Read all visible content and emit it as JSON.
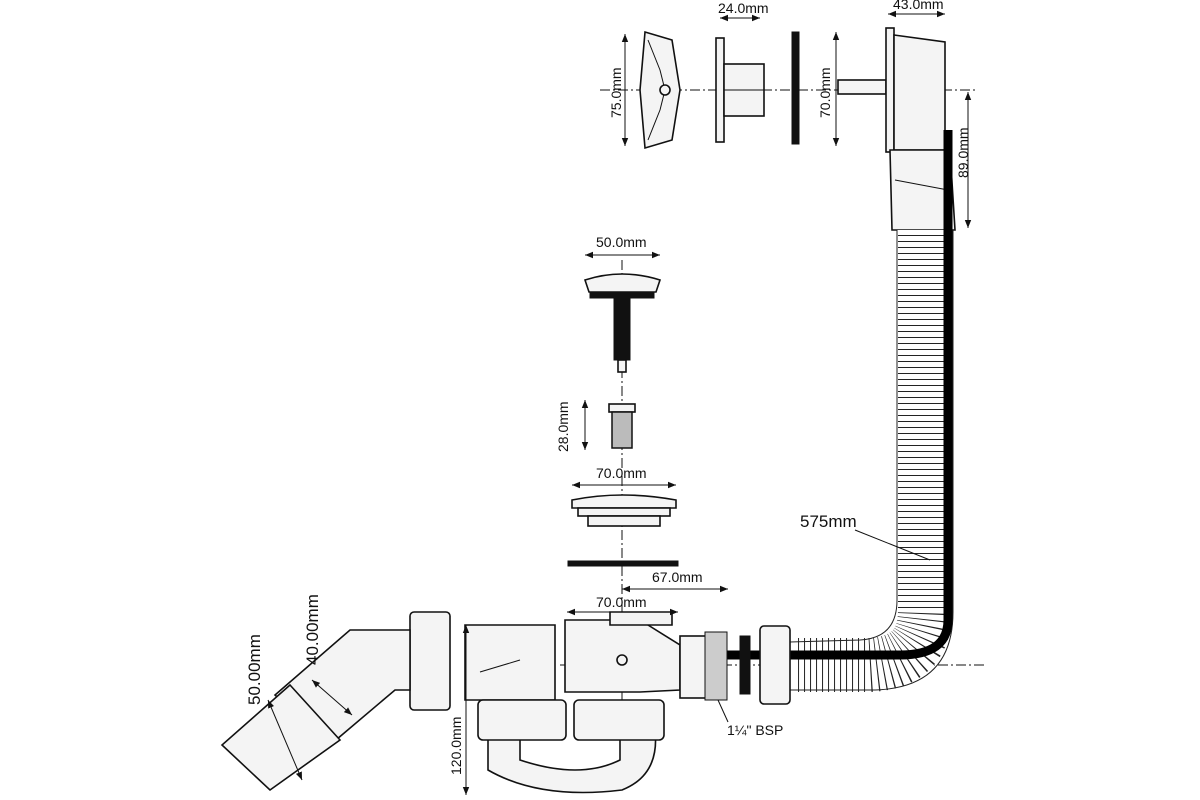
{
  "title": "Bath waste and overflow assembly dimensions",
  "dimensions": {
    "overflow_cover_height": "75.0mm",
    "overflow_body_depth": "24.0mm",
    "overflow_flange_height": "70.0mm",
    "overflow_outlet_depth": "43.0mm",
    "overflow_drop": "89.0mm",
    "plug_diameter": "50.0mm",
    "plug_insert_height": "28.0mm",
    "waste_flange_diameter": "70.0mm",
    "outlet_offset": "67.0mm",
    "waste_body_width": "70.0mm",
    "hose_length": "575mm",
    "outlet_inner": "40.00mm",
    "outlet_outer": "50.00mm",
    "trap_height": "120.0mm",
    "thread_spec": "1¼\" BSP"
  }
}
